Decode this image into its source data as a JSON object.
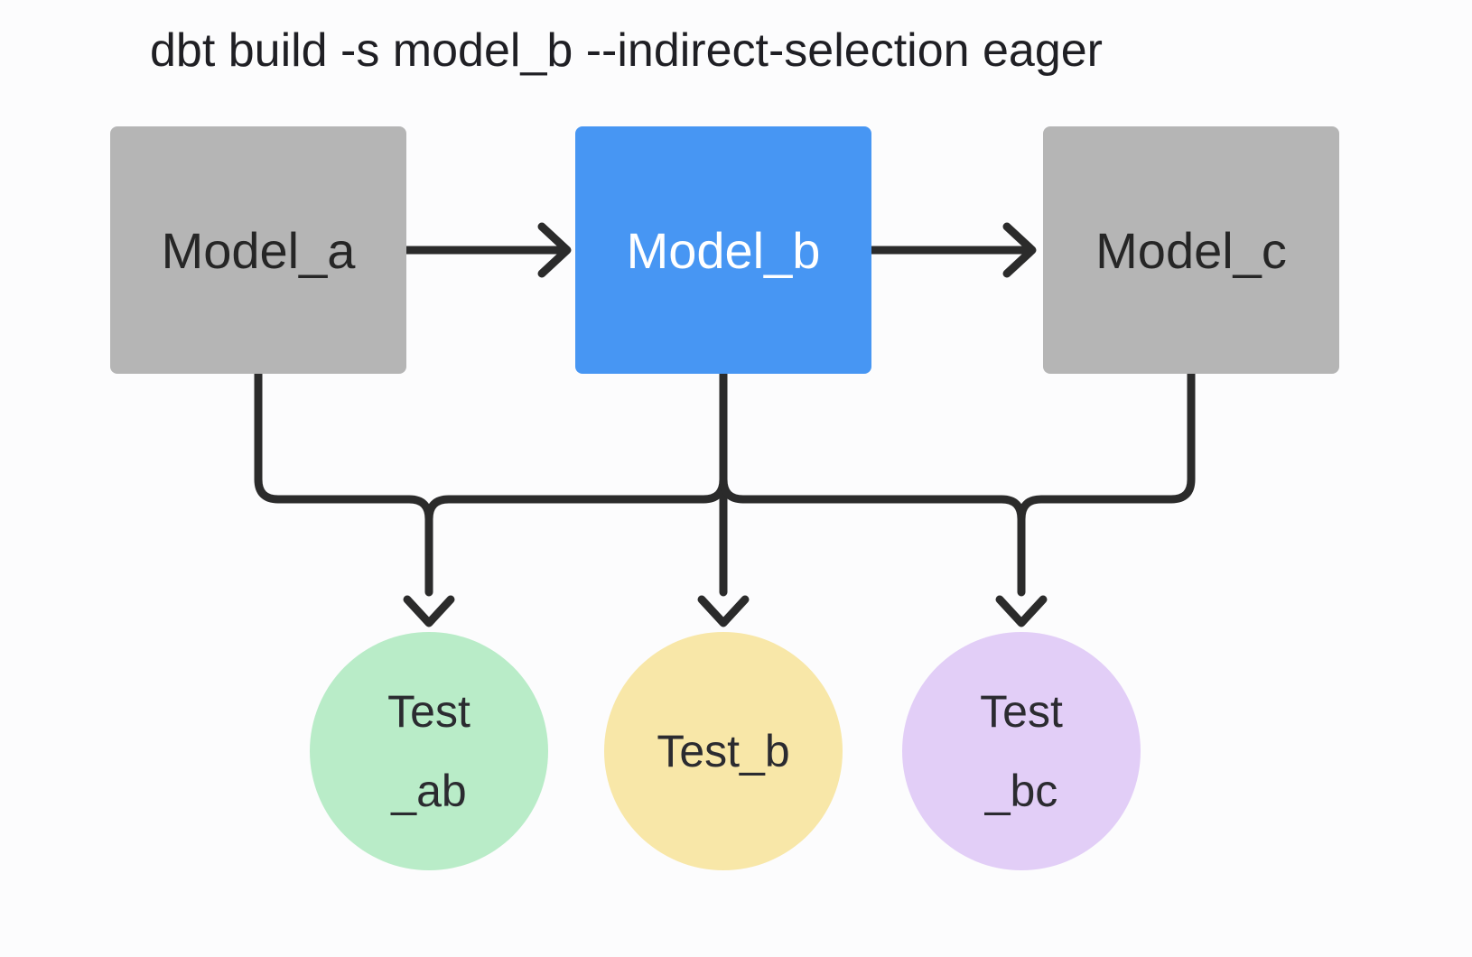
{
  "title": "dbt build -s model_b --indirect-selection eager",
  "colors": {
    "background": "#fcfcfd",
    "edge": "#2b2b2b",
    "title_text": "#1f1f24",
    "model_selected_fill": "#4796f3",
    "model_unselected_fill": "#b5b5b5",
    "model_selected_text": "#ffffff",
    "model_unselected_text": "#262626",
    "test_text": "#2b2b30",
    "test_ab_fill": "#b9ecc8",
    "test_b_fill": "#f8e7a8",
    "test_bc_fill": "#e2cef7"
  },
  "models": [
    {
      "label": "Model_a",
      "selected": false,
      "fill": "#b5b5b5",
      "text_color": "#262626"
    },
    {
      "label": "Model_b",
      "selected": true,
      "fill": "#4796f3",
      "text_color": "#ffffff"
    },
    {
      "label": "Model_c",
      "selected": false,
      "fill": "#b5b5b5",
      "text_color": "#262626"
    }
  ],
  "tests": [
    {
      "label_line1": "Test",
      "label_line2": "_ab",
      "fill": "#b9ecc8"
    },
    {
      "label_line1": "Test_b",
      "label_line2": "",
      "fill": "#f8e7a8"
    },
    {
      "label_line1": "Test",
      "label_line2": "_bc",
      "fill": "#e2cef7"
    }
  ],
  "edges": [
    "model_a -> model_b",
    "model_b -> model_c",
    "model_a -> test_ab",
    "model_b -> test_ab",
    "model_b -> test_b",
    "model_b -> test_bc",
    "model_c -> test_bc"
  ]
}
